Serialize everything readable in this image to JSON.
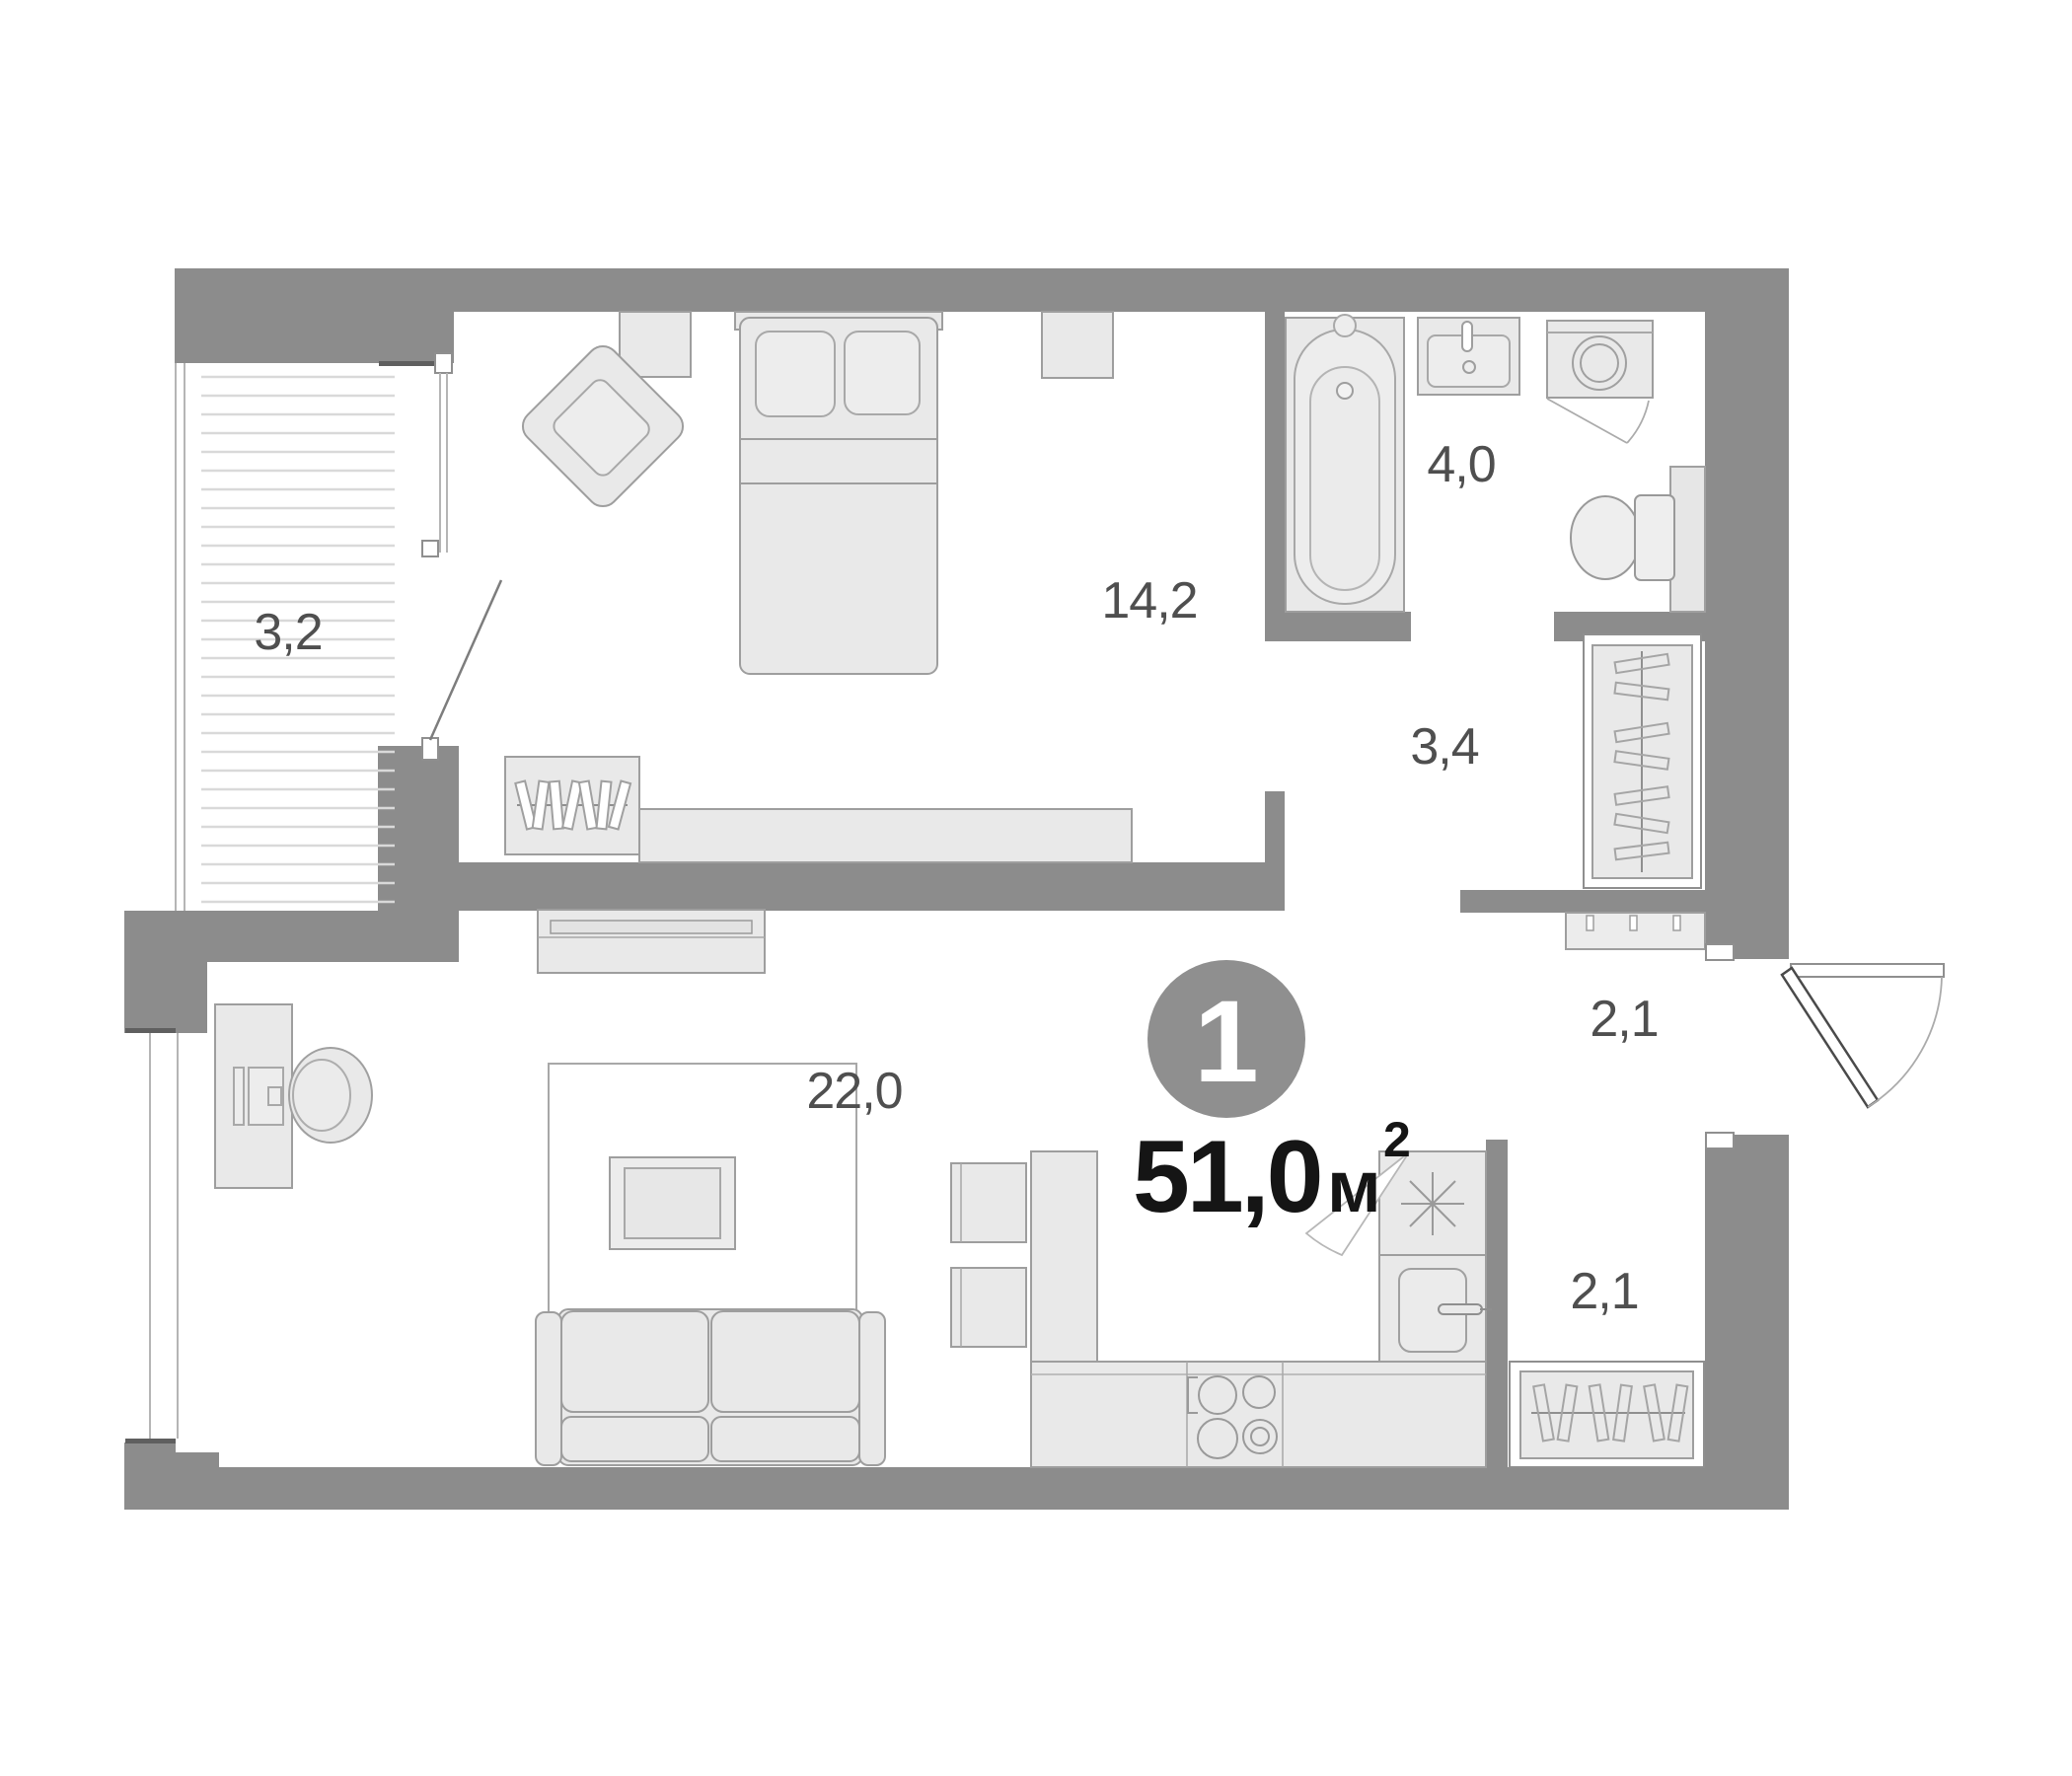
{
  "plan": {
    "badge": {
      "rooms_count": "1"
    },
    "total_area": {
      "value": "51,0",
      "unit": "м",
      "superscript": "2"
    },
    "rooms": [
      {
        "name": "balcony",
        "area": "3,2"
      },
      {
        "name": "bedroom",
        "area": "14,2"
      },
      {
        "name": "bathroom",
        "area": "4,0"
      },
      {
        "name": "hall",
        "area": "3,4"
      },
      {
        "name": "entry",
        "area": "2,1"
      },
      {
        "name": "living-kitchen",
        "area": "22,0"
      },
      {
        "name": "closet",
        "area": "2,1"
      }
    ],
    "furniture": [
      "armchair",
      "double-bed",
      "nightstand",
      "bookshelf",
      "bench",
      "bathtub",
      "washbasin",
      "washing-machine",
      "toilet",
      "wardrobe-with-hangers",
      "shoe-bench",
      "entrance-door",
      "desk",
      "desk-chair",
      "tv-console",
      "rug",
      "coffee-table",
      "sofa",
      "dining-tables",
      "kitchen-counter",
      "cooktop",
      "kitchen-sink",
      "tall-cabinet",
      "closet-rail"
    ],
    "colors": {
      "wall": "#8c8c8c",
      "furniture_fill": "#e9e9e9",
      "furniture_stroke": "#9e9e9e",
      "hatch": "#d9d9d9",
      "room_label": "#4f4f4f",
      "area_text": "#151515",
      "badge_fill": "#8f8f8f",
      "badge_text": "#ffffff",
      "background": "#ffffff"
    }
  }
}
